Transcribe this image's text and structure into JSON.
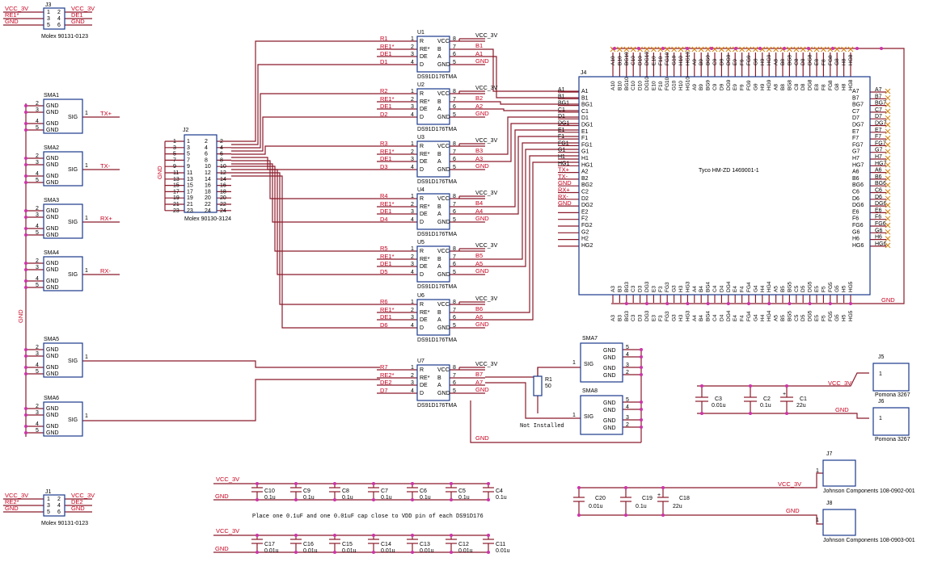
{
  "nets": {
    "vcc": "VCC_3V",
    "gnd": "GND",
    "re": "RE1*",
    "de": "DE1",
    "re2": "RE2*",
    "de2": "DE2",
    "txp": "TX+",
    "txm": "TX-",
    "rxp": "RX+",
    "rxm": "RX-"
  },
  "j3": {
    "ref": "J3",
    "part": "Molex 90131-0123",
    "pins": [
      "1",
      "2",
      "3",
      "4",
      "5",
      "6"
    ]
  },
  "j1": {
    "ref": "J1",
    "part": "Molex 90131-0123",
    "pins": [
      "1",
      "2",
      "3",
      "4",
      "5",
      "6"
    ]
  },
  "sma": [
    {
      "ref": "SMA1",
      "net": "TX+"
    },
    {
      "ref": "SMA2",
      "net": "TX-"
    },
    {
      "ref": "SMA3",
      "net": "RX+"
    },
    {
      "ref": "SMA4",
      "net": "RX-"
    },
    {
      "ref": "SMA5",
      "net": ""
    },
    {
      "ref": "SMA6",
      "net": ""
    }
  ],
  "sma_pins": {
    "gnd": "GND",
    "sig": "SIG",
    "p1": "1",
    "p2": "2",
    "p3": "3",
    "p4": "4",
    "p5": "5"
  },
  "j2": {
    "ref": "J2",
    "part": "Molex 90130-3124",
    "left": [
      "1",
      "3",
      "5",
      "7",
      "9",
      "11",
      "13",
      "15",
      "17",
      "19",
      "21",
      "23"
    ],
    "right": [
      "2",
      "4",
      "6",
      "8",
      "10",
      "12",
      "14",
      "16",
      "18",
      "20",
      "22",
      "24"
    ]
  },
  "drivers": [
    {
      "ref": "U1",
      "r": "R1",
      "re": "RE1*",
      "de": "DE1",
      "d": "D1",
      "b": "B1",
      "a": "A1"
    },
    {
      "ref": "U2",
      "r": "R2",
      "re": "RE1*",
      "de": "DE1",
      "d": "D2",
      "b": "B2",
      "a": "A2"
    },
    {
      "ref": "U3",
      "r": "R3",
      "re": "RE1*",
      "de": "DE1",
      "d": "D3",
      "b": "B3",
      "a": "A3"
    },
    {
      "ref": "U4",
      "r": "R4",
      "re": "RE1*",
      "de": "DE1",
      "d": "D4",
      "b": "B4",
      "a": "A4"
    },
    {
      "ref": "U5",
      "r": "R5",
      "re": "RE1*",
      "de": "DE1",
      "d": "D5",
      "b": "B5",
      "a": "A5"
    },
    {
      "ref": "U6",
      "r": "R6",
      "re": "RE1*",
      "de": "DE1",
      "d": "D6",
      "b": "B6",
      "a": "A6"
    },
    {
      "ref": "U7",
      "r": "R7",
      "re": "RE2*",
      "de": "DE2",
      "d": "D7",
      "b": "B7",
      "a": "A7"
    }
  ],
  "driver_part": "DS91D176TMA",
  "driver_pins": {
    "r": "R",
    "re": "RE*",
    "de": "DE",
    "d": "D",
    "vcc": "VCC",
    "b": "B",
    "a": "A",
    "gnd": "GND",
    "n1": "1",
    "n2": "2",
    "n3": "3",
    "n4": "4",
    "n5": "5",
    "n6": "6",
    "n7": "7",
    "n8": "8"
  },
  "j4": {
    "ref": "J4",
    "part": "Tyco HM-ZD 1469001-1",
    "left": [
      "A1",
      "B1",
      "BG1",
      "C1",
      "D1",
      "DG1",
      "E1",
      "F1",
      "FG1",
      "G1",
      "H1",
      "HG1",
      "A2",
      "B2",
      "BG2",
      "C2",
      "D2",
      "DG2",
      "E2",
      "F2",
      "FG2",
      "G2",
      "H2",
      "HG2"
    ],
    "left_nets": [
      "A1",
      "B1",
      "BG1",
      "C1",
      "D1",
      "DG1",
      "E1",
      "F1",
      "FG1",
      "G1",
      "H1",
      "HG1",
      "TX+",
      "TX-",
      "GND",
      "RX+",
      "RX-",
      "GND",
      "",
      "",
      "",
      "",
      "",
      ""
    ],
    "right": [
      "A7",
      "B7",
      "BG7",
      "C7",
      "D7",
      "DG7",
      "E7",
      "F7",
      "FG7",
      "G7",
      "H7",
      "HG7",
      "A6",
      "B6",
      "BG6",
      "C6",
      "D6",
      "DG6",
      "E6",
      "F6",
      "FG6",
      "G6",
      "H6",
      "HG6"
    ],
    "right_nets": [
      "A7",
      "B7",
      "BG7",
      "C7",
      "D7",
      "DG7",
      "E7",
      "F7",
      "FG7",
      "G7",
      "H7",
      "HG7",
      "A6",
      "B6",
      "BG6",
      "C6",
      "D6",
      "DG6",
      "E6",
      "F6",
      "FG6",
      "G6",
      "H6",
      "HG6"
    ],
    "top": [
      "A10",
      "B10",
      "BG10",
      "C10",
      "D10",
      "DG10",
      "E10",
      "F10",
      "FG10",
      "G10",
      "H10",
      "HG10",
      "A9",
      "B9",
      "BG9",
      "C9",
      "D9",
      "DG9",
      "E9",
      "F9",
      "FG9",
      "G9",
      "H9",
      "HG9",
      "A8",
      "B8",
      "BG8",
      "C8",
      "D8",
      "DG8",
      "E8",
      "F8",
      "FG8",
      "G8",
      "H8",
      "HG8"
    ],
    "bottom": [
      "A3",
      "B3",
      "BG3",
      "C3",
      "D3",
      "DG3",
      "E3",
      "F3",
      "FG3",
      "G3",
      "H3",
      "HG3",
      "A4",
      "B4",
      "BG4",
      "C4",
      "D4",
      "DG4",
      "E4",
      "F4",
      "FG4",
      "G4",
      "H4",
      "HG4",
      "A5",
      "B5",
      "BG5",
      "C5",
      "D5",
      "DG5",
      "E5",
      "F5",
      "FG5",
      "G5",
      "H5",
      "HG5"
    ],
    "gnd": "GND"
  },
  "sma7": {
    "ref": "SMA7"
  },
  "sma8": {
    "ref": "SMA8"
  },
  "r1": {
    "ref": "R1",
    "value": "50",
    "note": "Not Installed"
  },
  "caps_right": [
    {
      "ref": "C3",
      "value": "0.01u"
    },
    {
      "ref": "C2",
      "value": "0.1u"
    },
    {
      "ref": "C1",
      "value": "22u"
    }
  ],
  "j5": {
    "ref": "J5",
    "part": "Pomona 3267",
    "pin": "1"
  },
  "j6": {
    "ref": "J6",
    "part": "Pomona 3267",
    "pin": "1"
  },
  "j7": {
    "ref": "J7",
    "part": "Johnson Components 108-0902-001",
    "pin": "1"
  },
  "j8": {
    "ref": "J8",
    "part": "Johnson Components 108-0903-001",
    "pin": "1"
  },
  "caps_bottom_right": [
    {
      "ref": "C20",
      "value": "0.01u"
    },
    {
      "ref": "C19",
      "value": "0.1u"
    },
    {
      "ref": "C18",
      "value": "22u"
    }
  ],
  "caps_row1": [
    {
      "ref": "C10",
      "value": "0.1u"
    },
    {
      "ref": "C9",
      "value": "0.1u"
    },
    {
      "ref": "C8",
      "value": "0.1u"
    },
    {
      "ref": "C7",
      "value": "0.1u"
    },
    {
      "ref": "C6",
      "value": "0.1u"
    },
    {
      "ref": "C5",
      "value": "0.1u"
    },
    {
      "ref": "C4",
      "value": "0.1u"
    }
  ],
  "caps_row2": [
    {
      "ref": "C17",
      "value": "0.01u"
    },
    {
      "ref": "C16",
      "value": "0.01u"
    },
    {
      "ref": "C15",
      "value": "0.01u"
    },
    {
      "ref": "C14",
      "value": "0.01u"
    },
    {
      "ref": "C13",
      "value": "0.01u"
    },
    {
      "ref": "C12",
      "value": "0.01u"
    },
    {
      "ref": "C11",
      "value": "0.01u"
    }
  ],
  "cap_note": "Place one 0.1uF and one 0.01uF cap close to VDD pin of each DS91D176",
  "polarity": "+"
}
